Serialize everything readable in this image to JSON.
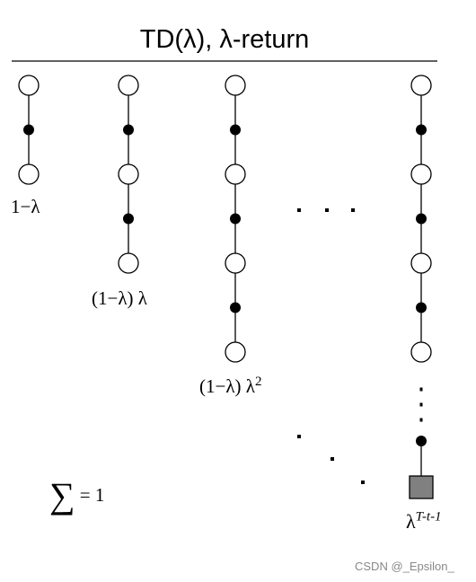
{
  "title": "TD(λ), λ-return",
  "weights": {
    "first": "1−λ",
    "second": "(1−λ) λ",
    "third_base": "(1−λ) λ",
    "third_exp": "2",
    "final_base": "λ",
    "final_exp": "T-t-1"
  },
  "sum": {
    "symbol": "∑",
    "equals": "= 1"
  },
  "watermark": "CSDN @_Epsilon_",
  "backups": [
    {
      "steps": 1,
      "terminal": false
    },
    {
      "steps": 2,
      "terminal": false
    },
    {
      "steps": 3,
      "terminal": false
    },
    {
      "steps": "T-t",
      "terminal": true
    }
  ],
  "colors": {
    "line": "#000000",
    "state_fill": "#ffffff",
    "action_fill": "#000000",
    "terminal_fill": "#808080"
  }
}
